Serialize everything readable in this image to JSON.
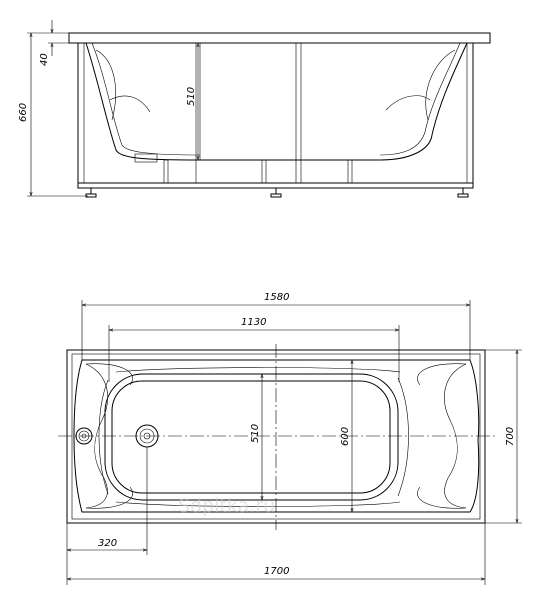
{
  "dimensions": {
    "side_rim": "40",
    "side_depth": "510",
    "side_height": "660",
    "top_length_inner": "1580",
    "top_length_bottom": "1130",
    "top_width_bottom": "510",
    "top_width_inner": "600",
    "top_width_total": "700",
    "drain_offset": "320",
    "top_length_total": "1700"
  },
  "watermark": "Sdpitka.ru"
}
